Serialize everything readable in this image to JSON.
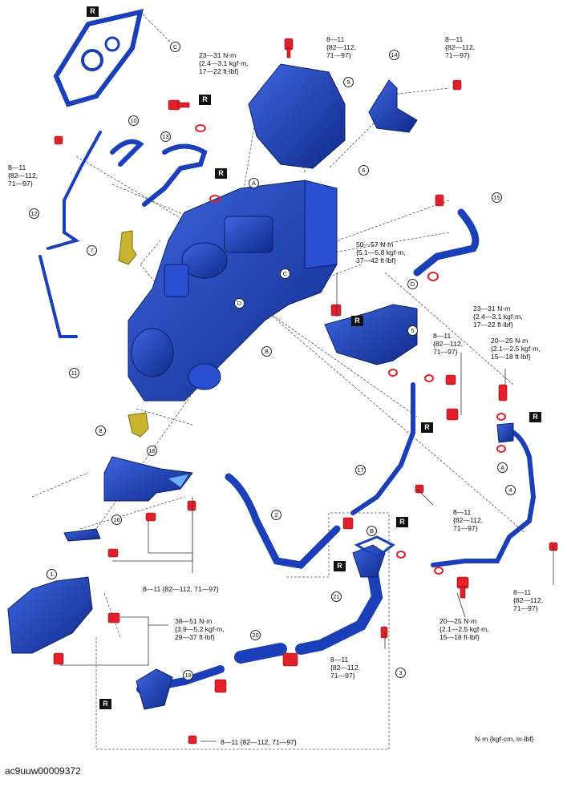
{
  "caption": "ac9uuw00009372",
  "units_note": "N·m {kgf-cm, in·lbf}",
  "replace_mark": "R",
  "callouts": [
    "1",
    "2",
    "3",
    "4",
    "5",
    "6",
    "7",
    "8",
    "9",
    "10",
    "11",
    "12",
    "13",
    "14",
    "15",
    "16",
    "17",
    "18",
    "19",
    "20",
    "21"
  ],
  "connection_marks": [
    "A",
    "B",
    "C",
    "D"
  ],
  "torque_specs": {
    "t_8_11_top": "8—11\n{82—112,\n71—97}",
    "t_8_11_right_top": "8—11\n{82—112,\n71—97}",
    "t_23_31_top": "23—31 N·m\n{2.4—3.1 kgf·m,\n17—22 ft·lbf}",
    "t_8_11_left": "8—11\n{82—112,\n71—97}",
    "t_50_57": "50—57 N·m\n{5.1—5.8 kgf·m,\n37—42 ft·lbf}",
    "t_23_31_right": "23—31 N·m\n{2.4—3.1 kgf·m,\n17—22 ft·lbf}",
    "t_8_11_mid": "8—11\n{82—112,\n71—97}",
    "t_20_25_right": "20—25 N·m\n{2.1—2.5 kgf·m,\n15—18 ft·lbf}",
    "t_8_11_17": "8—11\n{82—112,\n71—97}",
    "t_8_11_18": "8—11 {82—112, 71—97}",
    "t_8_11_right_low": "8—11\n{82—112,\n71—97}",
    "t_20_25_low": "20—25 N·m\n{2.1—2.5 kgf·m,\n15—18 ft·lbf}",
    "t_38_51": "38—51 N·m\n{3.9—5.2 kgf·m,\n29—37 ft·lbf}",
    "t_8_11_21": "8—11\n{82—112,\n71—97}",
    "t_8_11_19": "8—11 {82—112, 71—97}"
  },
  "colors": {
    "part_blue": "#1a3fb8",
    "part_dark": "#0d2680",
    "bolt_red": "#e0202a",
    "yellow": "#c9b430",
    "lead": "#444444"
  }
}
